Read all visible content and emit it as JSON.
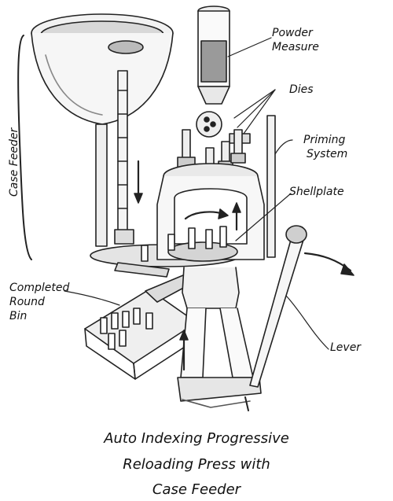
{
  "labels": {
    "powder_measure_line1": "Powder",
    "powder_measure_line2": "Measure",
    "dies": "Dies",
    "priming_line1": "Priming",
    "priming_line2": "System",
    "shellplate": "Shellplate",
    "case_feeder": "Case Feeder",
    "completed_line1": "Completed",
    "completed_line2": "Round",
    "completed_line3": "Bin",
    "lever": "Lever"
  },
  "caption": {
    "line1": "Auto Indexing Progressive",
    "line2": "Reloading Press with",
    "line3": "Case Feeder"
  }
}
